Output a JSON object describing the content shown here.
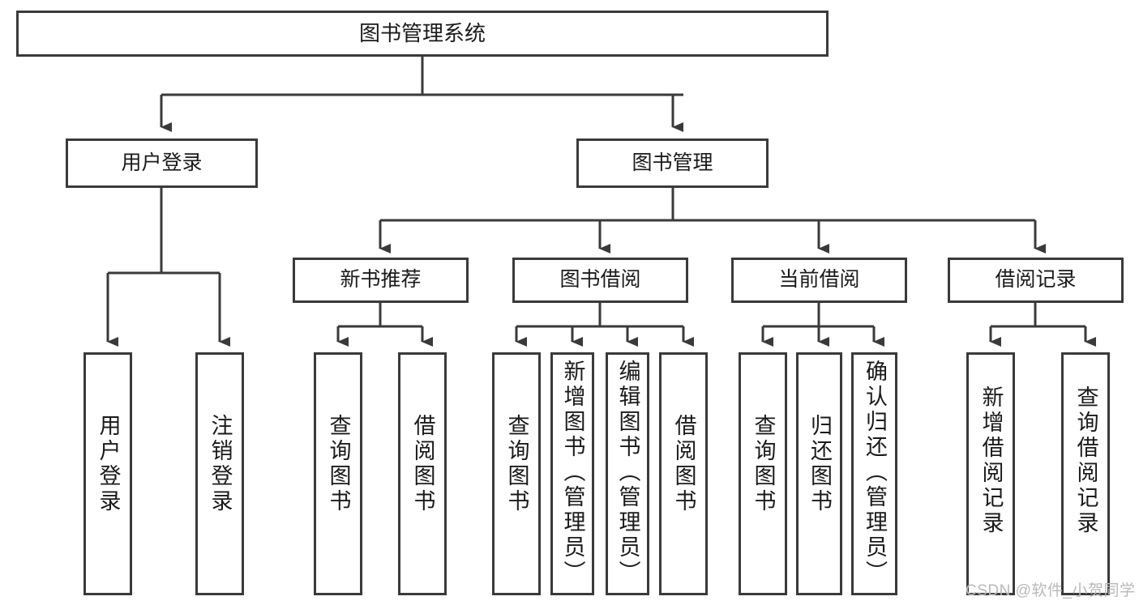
{
  "diagram": {
    "title": "图书管理系统",
    "type": "tree",
    "style": {
      "box_border_color": "#3a3a3a",
      "box_fill": "#ffffff",
      "line_color": "#3a3a3a",
      "text_color": "#1a1a1a",
      "background": "#ffffff"
    },
    "root": {
      "label": "图书管理系统"
    },
    "level1": [
      {
        "label": "用户登录"
      },
      {
        "label": "图书管理"
      }
    ],
    "level2": [
      {
        "label": "新书推荐"
      },
      {
        "label": "图书借阅"
      },
      {
        "label": "当前借阅"
      },
      {
        "label": "借阅记录"
      }
    ],
    "leaves": {
      "user_login": [
        {
          "label": "用户登录"
        },
        {
          "label": "注销登录"
        }
      ],
      "new_book_recommend": [
        {
          "label": "查询图书"
        },
        {
          "label": "借阅图书"
        }
      ],
      "book_borrow": [
        {
          "label": "查询图书"
        },
        {
          "label": "新增图书（管理员）"
        },
        {
          "label": "编辑图书（管理员）"
        },
        {
          "label": "借阅图书"
        }
      ],
      "current_borrow": [
        {
          "label": "查询图书"
        },
        {
          "label": "归还图书"
        },
        {
          "label": "确认归还（管理员）"
        }
      ],
      "borrow_record": [
        {
          "label": "新增借阅记录"
        },
        {
          "label": "查询借阅记录"
        }
      ]
    }
  },
  "watermark": {
    "text": "CSDN @软件_小贺同学"
  }
}
